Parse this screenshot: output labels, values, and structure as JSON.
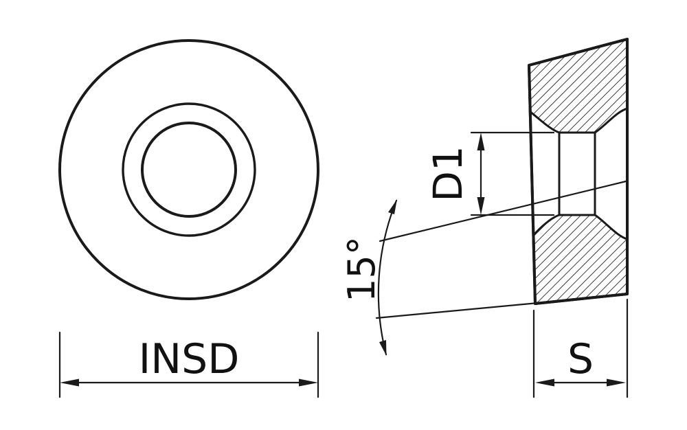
{
  "drawing": {
    "description": "Round milling insert technical drawing, top view and side section view",
    "labels": {
      "insert_diameter": "INSD",
      "hole_diameter": "D1",
      "clearance_angle": "15°",
      "thickness": "S"
    },
    "colors": {
      "insert_fill": "#F9A51C",
      "line": "#1A1A1A",
      "background": "#FFFFFF"
    }
  }
}
